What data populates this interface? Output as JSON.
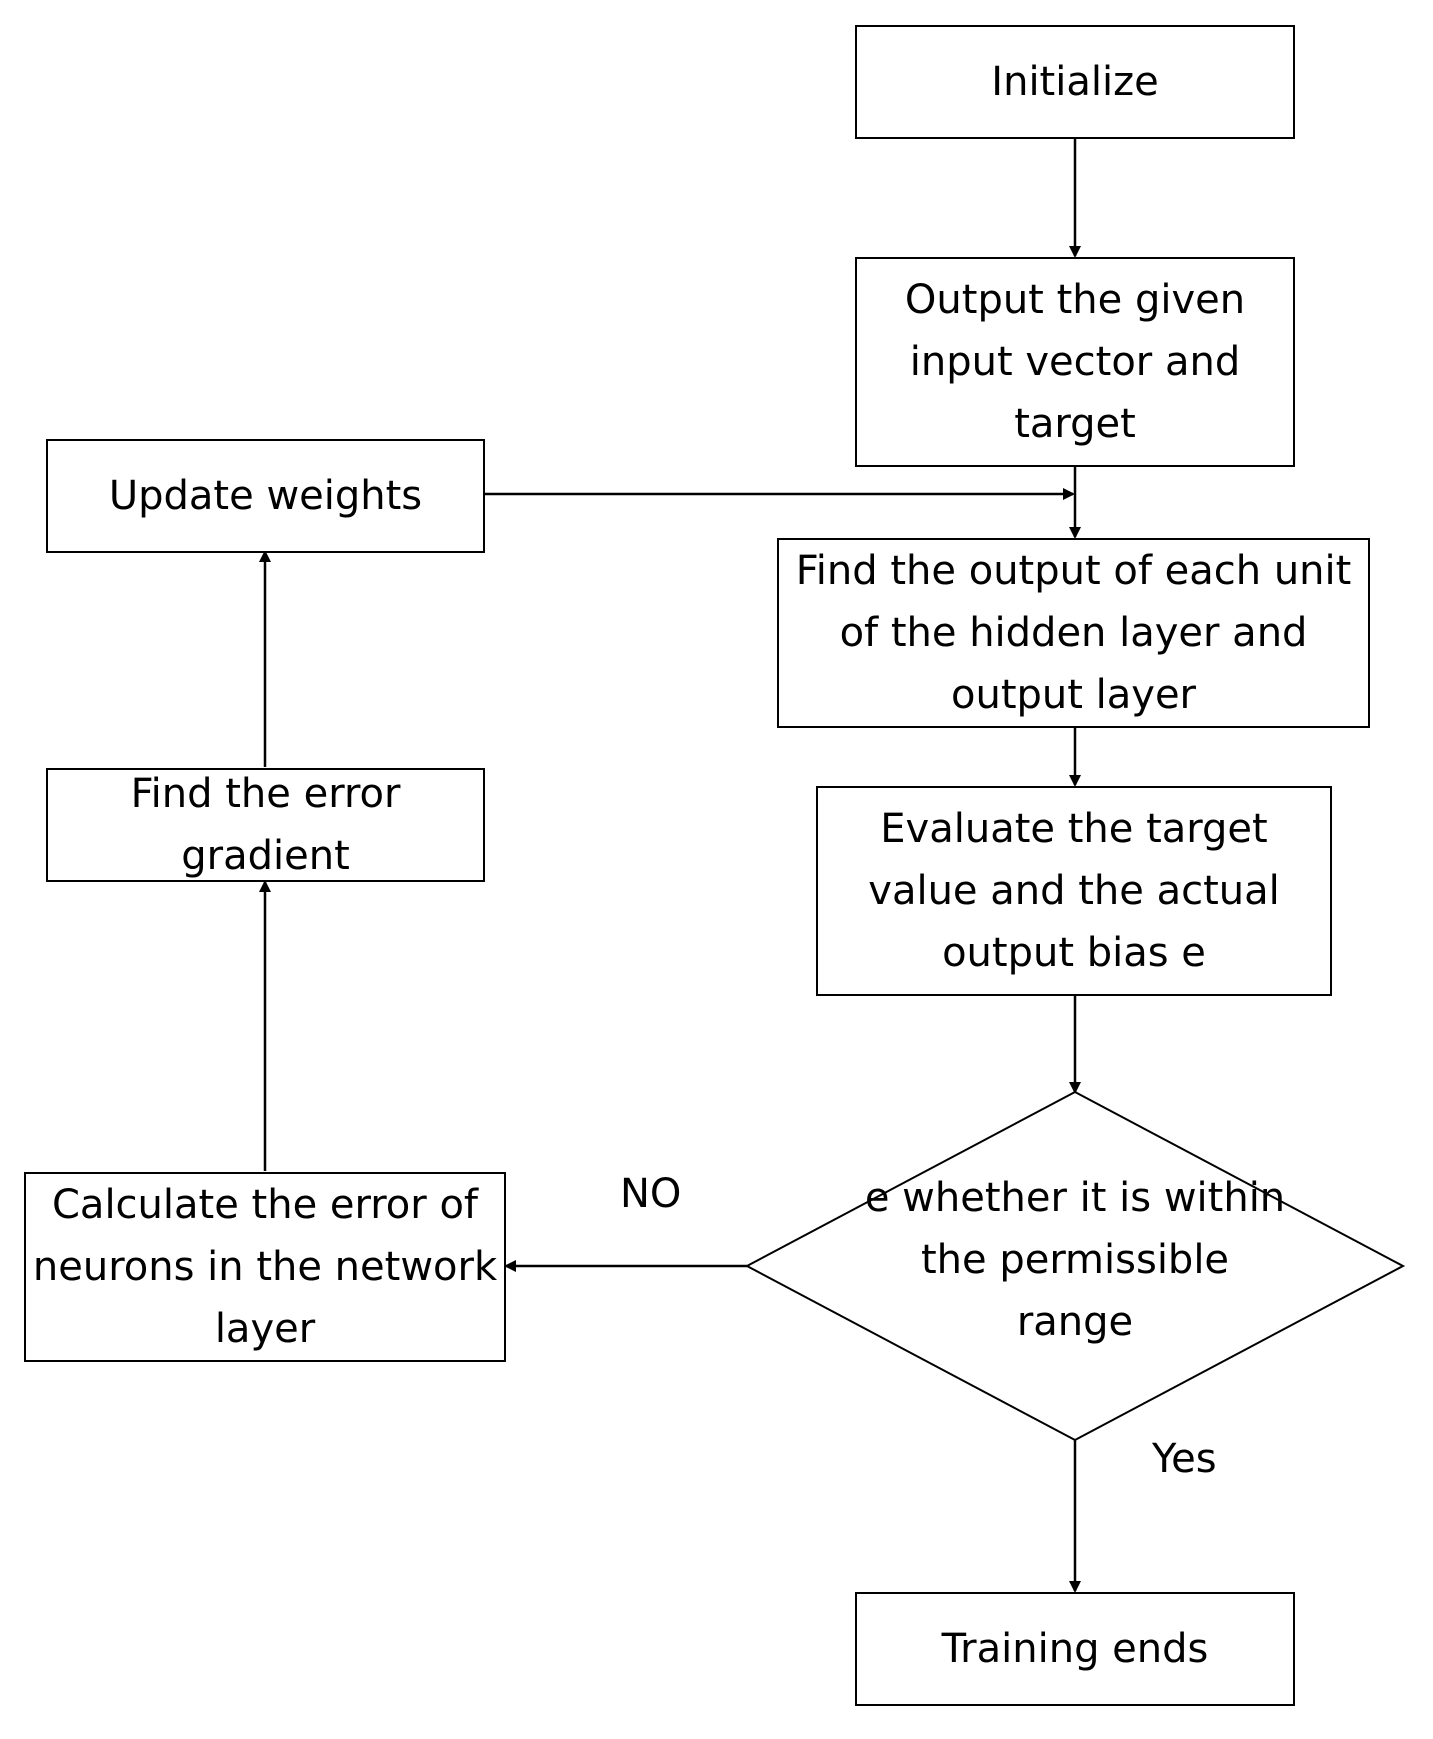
{
  "nodes": {
    "initialize": "Initialize",
    "output_input": "Output the given input vector and target",
    "find_output": "Find the output of each unit of the hidden layer and output layer",
    "evaluate": "Evaluate the target value and the actual output bias e",
    "decision": "e whether it is within the permissible range",
    "training_ends": "Training ends",
    "calculate_error": "Calculate the error of neurons in the network layer",
    "find_gradient": "Find the error gradient",
    "update_weights": "Update weights"
  },
  "edge_labels": {
    "no": "NO",
    "yes": "Yes"
  },
  "colors": {
    "stroke": "#000000",
    "fill": "#ffffff"
  }
}
